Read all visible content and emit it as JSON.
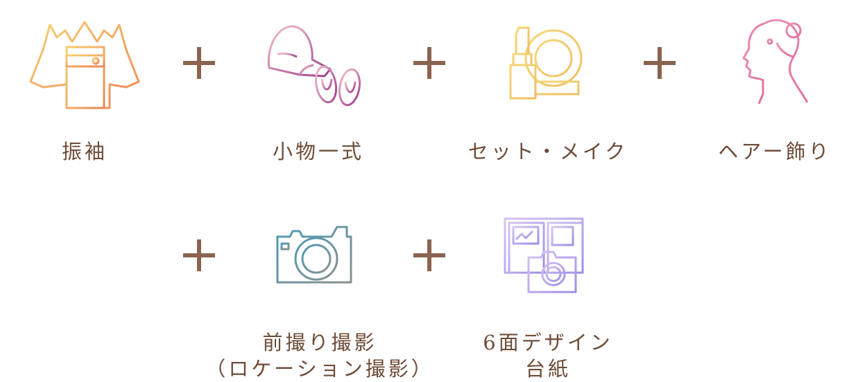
{
  "items": [
    {
      "id": "furisode",
      "label_lines": [
        "振袖"
      ],
      "icon": "kimono-icon"
    },
    {
      "id": "komono",
      "label_lines": [
        "小物一式"
      ],
      "icon": "accessories-icon"
    },
    {
      "id": "set-make",
      "label_lines": [
        "セット・メイク"
      ],
      "icon": "makeup-icon"
    },
    {
      "id": "hair",
      "label_lines": [
        "ヘアー飾り"
      ],
      "icon": "hair-ornament-icon"
    },
    {
      "id": "maedori",
      "label_lines": [
        "前撮り撮影",
        "（ロケーション撮影）"
      ],
      "icon": "camera-icon"
    },
    {
      "id": "daishi",
      "label_lines": [
        "6面デザイン",
        "台紙"
      ],
      "icon": "photo-album-icon"
    }
  ],
  "separator": "plus-icon",
  "colors": {
    "text": "#6e4c38",
    "plus": "#8a6450",
    "kimono": [
      "#f6c36b",
      "#ef8b5a"
    ],
    "accessories": [
      "#f2b8c6",
      "#a9438a"
    ],
    "makeup": "#f3cd6b",
    "hair": "#e57aa6",
    "camera": [
      "#5aa0b8",
      "#7a8b8f"
    ],
    "album": [
      "#c9b1ef",
      "#9d8be6"
    ]
  }
}
